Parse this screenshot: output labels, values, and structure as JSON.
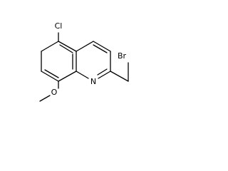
{
  "molecule": {
    "atom_labels": {
      "chlorine": "Cl",
      "nitrogen": "N",
      "oxygen": "O",
      "bromine": "Br"
    },
    "colors": {
      "background": "#ffffff",
      "bond": "#000000",
      "label": "#000000"
    }
  }
}
